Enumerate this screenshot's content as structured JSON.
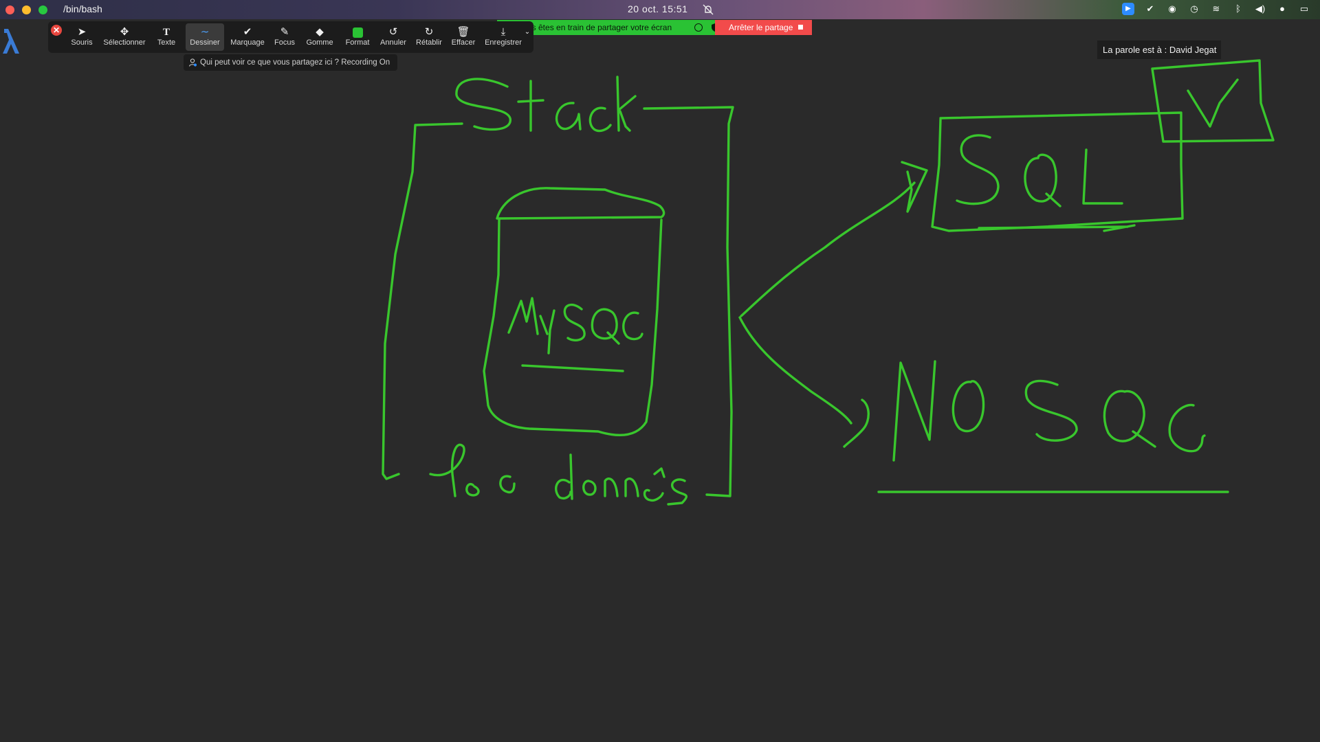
{
  "menubar": {
    "title": "/bin/bash",
    "datetime": "20 oct.  15:51"
  },
  "share": {
    "banner": "us êtes en train de partager votre écran",
    "stop_label": "Arrêter le partage"
  },
  "toolbar": {
    "tools": [
      {
        "label": "Souris",
        "icon": "pointer-icon"
      },
      {
        "label": "Sélectionner",
        "icon": "move-icon"
      },
      {
        "label": "Texte",
        "icon": "text-icon"
      },
      {
        "label": "Dessiner",
        "icon": "draw-icon",
        "active": true
      },
      {
        "label": "Marquage",
        "icon": "checkmark-icon"
      },
      {
        "label": "Focus",
        "icon": "spotlight-icon"
      },
      {
        "label": "Gomme",
        "icon": "eraser-icon"
      },
      {
        "label": "Format",
        "icon": "format-swatch",
        "color": "#2ac234"
      },
      {
        "label": "Annuler",
        "icon": "undo-icon"
      },
      {
        "label": "Rétablir",
        "icon": "redo-icon"
      },
      {
        "label": "Effacer",
        "icon": "trash-icon"
      },
      {
        "label": "Enregistrer",
        "icon": "save-icon"
      }
    ],
    "viewers_text": "Qui peut voir ce que vous partagez ici ? Recording On"
  },
  "speaker": "La parole est à : David Jegat",
  "drawing": {
    "ink_color": "#39c62d",
    "words": [
      "Stack",
      "MySQL",
      "les données",
      "SQL",
      "NO SQL"
    ]
  }
}
